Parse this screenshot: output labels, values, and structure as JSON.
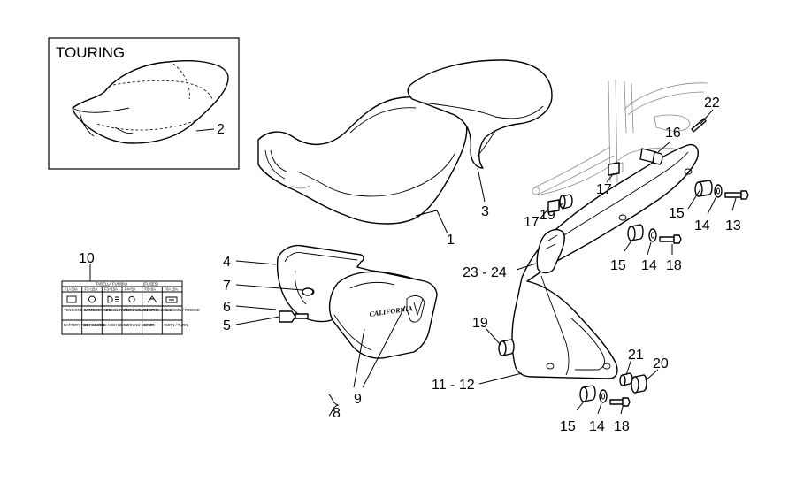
{
  "inset": {
    "title": "TOURING",
    "callout": "2"
  },
  "callouts": {
    "c1": "1",
    "c3": "3",
    "c4": "4",
    "c5": "5",
    "c6": "6",
    "c7": "7",
    "c8": "8",
    "c9": "9",
    "c10": "10",
    "c11_12": "11 - 12",
    "c13": "13",
    "c14a": "14",
    "c14b": "14",
    "c14c": "14",
    "c15a": "15",
    "c15b": "15",
    "c15c": "15",
    "c16": "16",
    "c17a": "17",
    "c17b": "17",
    "c18a": "18",
    "c18b": "18",
    "c19a": "19",
    "c19b": "19",
    "c20": "20",
    "c21": "21",
    "c22": "22",
    "c23_24": "23 - 24"
  },
  "fuse_label": {
    "header": "TABELLA FUSIBILI",
    "header_suffix": "(FUSES)",
    "ratings": [
      "F1=30A",
      "F2=15A",
      "F3=15A",
      "F4=5A",
      "F5=5A",
      "F6=15A"
    ],
    "row1": [
      "TENSIONE BATTERIA",
      "COMMUTATORE A CHIAVE",
      "ABBAGLIANTI ANABBAGLIANTI",
      "ANTICHIAMATA POSIZIONE",
      "STOP",
      "CLACSON / FRECCE"
    ],
    "row2": [
      "BATTERY RECHARGER",
      "KEY SWITCH",
      "L. HIGH BEAM",
      "PARKING LIGHTS",
      "STOP",
      "HORN / TURN"
    ]
  },
  "side_panel_brand": "CALIFORNIA"
}
